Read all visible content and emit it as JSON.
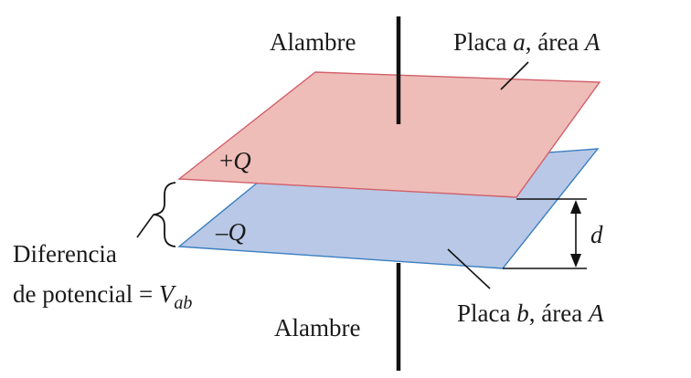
{
  "labels": {
    "wire_top": "Alambre",
    "wire_bottom": "Alambre",
    "plate_a_prefix": "Placa ",
    "plate_a_var": "a",
    "plate_a_mid": ", área ",
    "plate_a_area": "A",
    "plate_b_prefix": "Placa ",
    "plate_b_var": "b",
    "plate_b_mid": ", área ",
    "plate_b_area": "A",
    "charge_pos_sign": "+",
    "charge_pos_var": "Q",
    "charge_neg_sign": "–",
    "charge_neg_var": "Q",
    "separation": "d",
    "potential_line1": "Diferencia",
    "potential_line2": "de potencial = ",
    "potential_var": "V",
    "potential_sub": "ab"
  },
  "colors": {
    "plate_a_fill": "#efbdb8",
    "plate_a_edge": "#d0606a",
    "plate_b_fill": "#b8c8e6",
    "plate_b_edge": "#3a7fc0",
    "wire": "#111111"
  }
}
